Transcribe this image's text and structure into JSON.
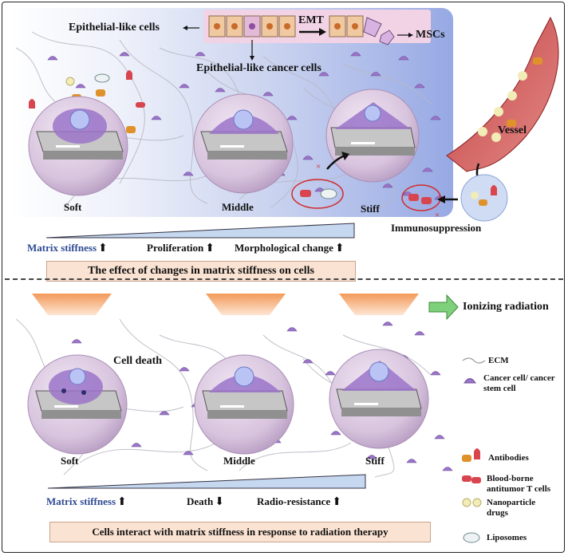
{
  "top": {
    "header_labels": {
      "epithelial_like": "Epithelial-like cells",
      "emt": "EMT",
      "mscs": "MSCs",
      "epithelial_cancer": "Epithelial-like cancer cells"
    },
    "stages": [
      "Soft",
      "Middle",
      "Stiff"
    ],
    "vessel": "Vessel",
    "immunosuppression": "Immunosuppression",
    "gradient_labels": [
      "Matrix stiffness",
      "Proliferation",
      "Morphological change"
    ],
    "caption": "The effect of changes in matrix stiffness on cells"
  },
  "bottom": {
    "cell_death": "Cell death",
    "ionizing_radiation": "Ionizing radiation",
    "stages": [
      "Soft",
      "Middle",
      "Stiff"
    ],
    "gradient_labels": [
      "Matrix stiffness",
      "Death",
      "Radio-resistance"
    ],
    "caption": "Cells interact with matrix stiffness in response to radiation therapy"
  },
  "legend": [
    {
      "icon": "ecm-fiber-icon",
      "label": "ECM"
    },
    {
      "icon": "cancer-cell-icon",
      "label": "Cancer cell/ cancer stem cell"
    },
    {
      "icon": "antibody-icon",
      "label": "Antibodies"
    },
    {
      "icon": "t-cell-icon",
      "label": "Blood-borne antitumor T cells"
    },
    {
      "icon": "nanoparticle-icon",
      "label": "Nanoparticle drugs"
    },
    {
      "icon": "liposome-icon",
      "label": "Liposomes"
    }
  ],
  "colors": {
    "panel_blue": "#97a9e4",
    "caption_bg": "#fbe3d3",
    "cell_purple": "#9b74c9",
    "antibody_orange": "#e0922a",
    "antibody_red": "#d9454f",
    "vessel_red": "#b8373a",
    "radiation_orange": "#f5a56b",
    "radiation_arrow_green": "#7fd07a"
  }
}
